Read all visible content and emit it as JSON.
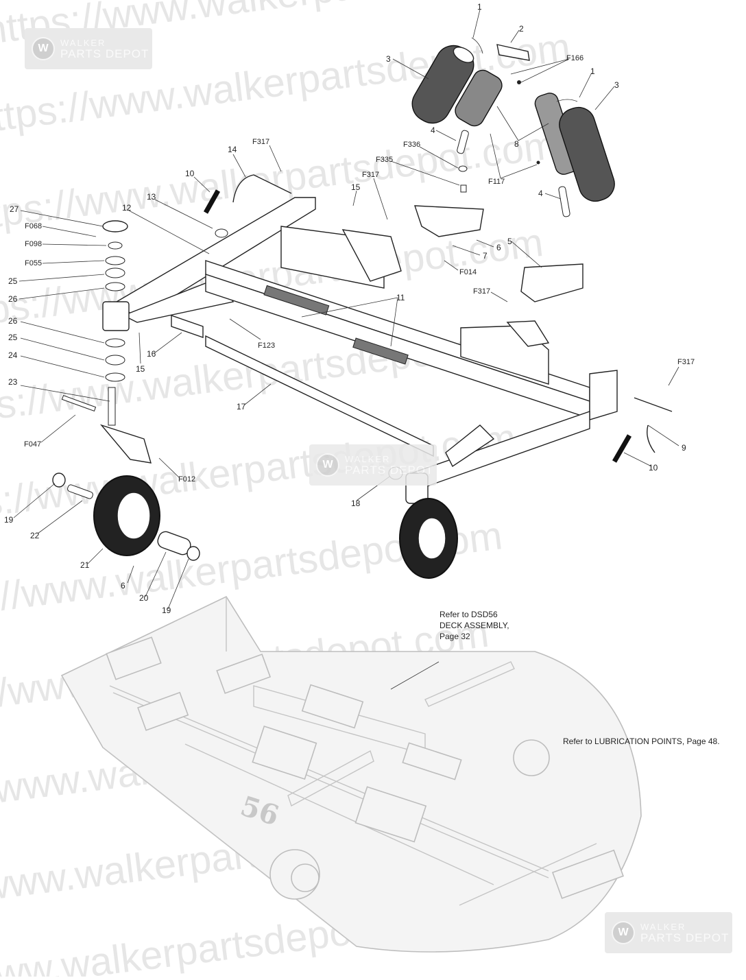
{
  "watermark": {
    "url_text": "https://www.walkerpartsdepot.com",
    "logo_line1": "WALKER",
    "logo_line2": "PARTS DEPOT",
    "logo_mark": "W"
  },
  "notes": {
    "deck_ref_line1": "Refer to DSD56",
    "deck_ref_line2": "DECK ASSEMBLY,",
    "deck_ref_line3": "Page 32",
    "lubrication_ref": "Refer to LUBRICATION POINTS, Page 48."
  },
  "deck_number": "56",
  "callouts": {
    "c1a": "1",
    "c2": "2",
    "c3a": "3",
    "cF166": "F166",
    "c1b": "1",
    "c3b": "3",
    "c4a": "4",
    "c8": "8",
    "cF336": "F336",
    "cF335": "F335",
    "cF317a": "F317",
    "cF117": "F117",
    "c4b": "4",
    "c14": "14",
    "cF317b": "F317",
    "c10a": "10",
    "c15a": "15",
    "c27": "27",
    "cF068": "F068",
    "c12": "12",
    "c13": "13",
    "cF098": "F098",
    "cF055": "F055",
    "c25a": "25",
    "c26a": "26",
    "c6a": "6",
    "c7": "7",
    "c5": "5",
    "cF014": "F014",
    "cF317c": "F317",
    "c11": "11",
    "c26b": "26",
    "c25b": "25",
    "c24": "24",
    "c16": "16",
    "c15b": "15",
    "cF123": "F123",
    "c23": "23",
    "c17": "17",
    "cF317d": "F317",
    "c9": "9",
    "c10b": "10",
    "cF047": "F047",
    "cF012": "F012",
    "c18": "18",
    "c19a": "19",
    "c22": "22",
    "c21": "21",
    "c6b": "6",
    "c20": "20",
    "c19b": "19"
  }
}
